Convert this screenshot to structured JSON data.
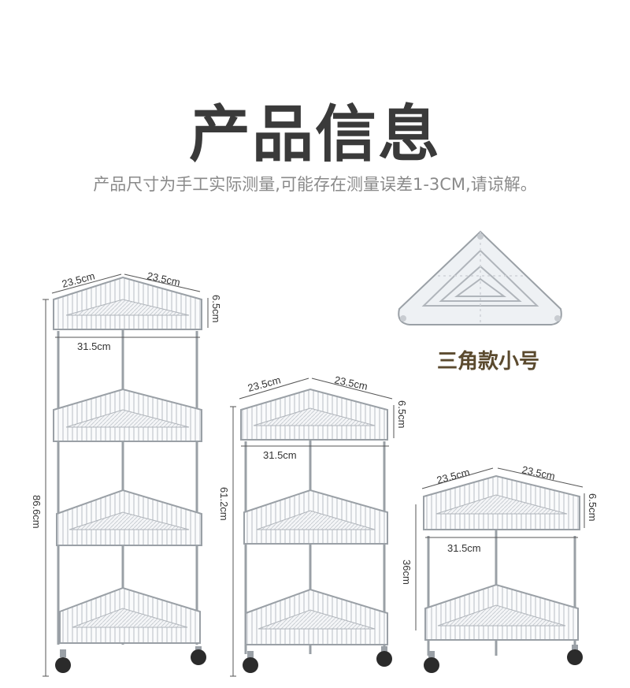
{
  "header": {
    "title": "产品信息",
    "subtitle": "产品尺寸为手工实际测量,可能存在测量误差1-3CM,请谅解。"
  },
  "accessory": {
    "label": "三角款小号"
  },
  "products": [
    {
      "tiers": 4,
      "height": "86.6cm",
      "side_a": "23.5cm",
      "side_b": "23.5cm",
      "width": "31.5cm",
      "tier_height": "6.5cm"
    },
    {
      "tiers": 3,
      "height": "61.2cm",
      "side_a": "23.5cm",
      "side_b": "23.5cm",
      "width": "31.5cm",
      "tier_height": "6.5cm"
    },
    {
      "tiers": 2,
      "height": "36cm",
      "side_a": "23.5cm",
      "side_b": "23.5cm",
      "width": "31.5cm",
      "tier_height": "6.5cm"
    }
  ],
  "colors": {
    "title": "#3a3a3a",
    "subtitle": "#8a8a8a",
    "accent_label": "#5b4a2e",
    "frame": "#9aa0a6"
  }
}
